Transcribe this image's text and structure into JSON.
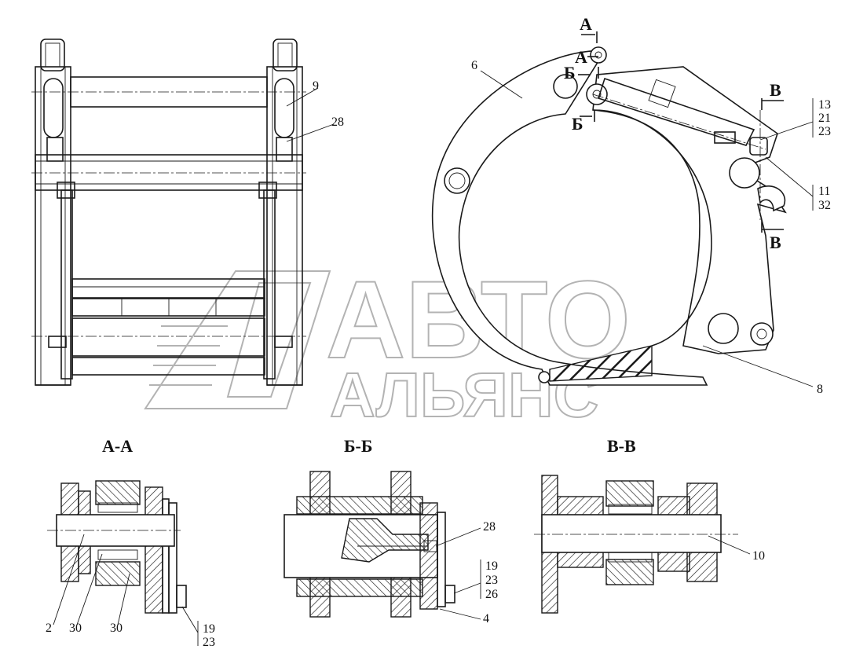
{
  "sections": {
    "aa": "А-А",
    "bb": "Б-Б",
    "vv": "В-В"
  },
  "view_marks": {
    "a_top": "А",
    "a_mid": "А",
    "b_left": "Б",
    "b_left_low": "Б",
    "v_top": "В",
    "v_bottom": "В"
  },
  "callouts": {
    "p6": "6",
    "p8": "8",
    "p9": "9",
    "p28_top": "28",
    "group_13_21_23": [
      "13",
      "21",
      "23"
    ],
    "group_11_32": [
      "11",
      "32"
    ],
    "p2": "2",
    "p30a": "30",
    "p30b": "30",
    "group_aa_bolt": [
      "19",
      "23"
    ],
    "p28_bb": "28",
    "group_bb_bolt": [
      "19",
      "23",
      "26"
    ],
    "p4": "4",
    "p10": "10"
  },
  "watermark": {
    "line1": "АВТО",
    "line2": "АЛЬЯНС"
  },
  "colors": {
    "line": "#1a1a1a",
    "watermark": "#9a9a9a",
    "background": "#ffffff"
  }
}
